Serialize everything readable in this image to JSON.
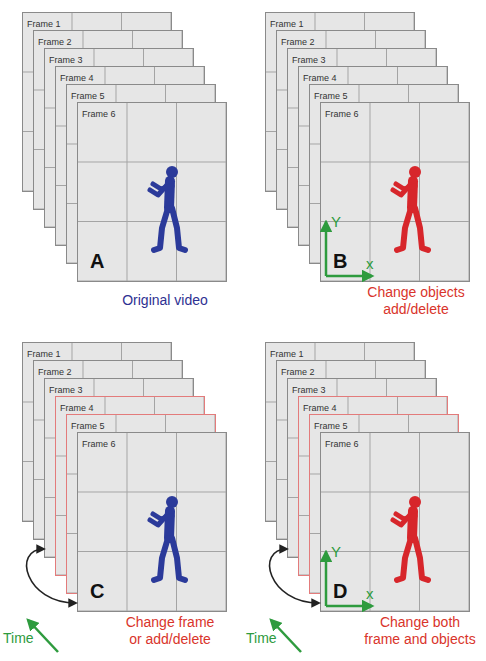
{
  "diagram": {
    "nodes": [
      {
        "text": [
          "Frame 1"
        ]
      },
      {
        "text": [
          "Frame 2"
        ]
      },
      {
        "text": [
          "Frame 3"
        ]
      },
      {
        "text": [
          "Frame 4"
        ]
      },
      {
        "text": [
          "Frame 5"
        ]
      },
      {
        "text": [
          "Frame 6",
          "A"
        ]
      },
      {
        "text": [
          "Frame 1"
        ]
      },
      {
        "text": [
          "Frame 2"
        ]
      },
      {
        "text": [
          "Frame 3"
        ]
      },
      {
        "text": [
          "Frame 4"
        ]
      },
      {
        "text": [
          "Frame 5"
        ]
      },
      {
        "text": [
          "Frame 6",
          "B"
        ]
      },
      {
        "text": [
          "Frame 1"
        ]
      },
      {
        "text": [
          "Frame 2"
        ]
      },
      {
        "text": [
          "Frame 3"
        ]
      },
      {
        "text": [
          "Frame 4"
        ]
      },
      {
        "text": [
          "Frame 5"
        ]
      },
      {
        "text": [
          "Frame 6",
          "C"
        ]
      },
      {
        "text": [
          "Frame 1"
        ]
      },
      {
        "text": [
          "Frame 2"
        ]
      },
      {
        "text": [
          "Frame 3"
        ]
      },
      {
        "text": [
          "Frame 4"
        ]
      },
      {
        "text": [
          "Frame 5"
        ]
      },
      {
        "text": [
          "Frame 6",
          "D"
        ]
      }
    ],
    "edges": [
      {
        "from": 14,
        "to": 17,
        "arrow": "both"
      },
      {
        "from": 20,
        "to": 23,
        "arrow": "both"
      }
    ],
    "labels": [
      "Original video",
      "Y",
      "x",
      "Change objects add/delete",
      "Time",
      "Change frame or add/delete",
      "Time",
      "Y",
      "x",
      "Change both frame and objects"
    ]
  }
}
